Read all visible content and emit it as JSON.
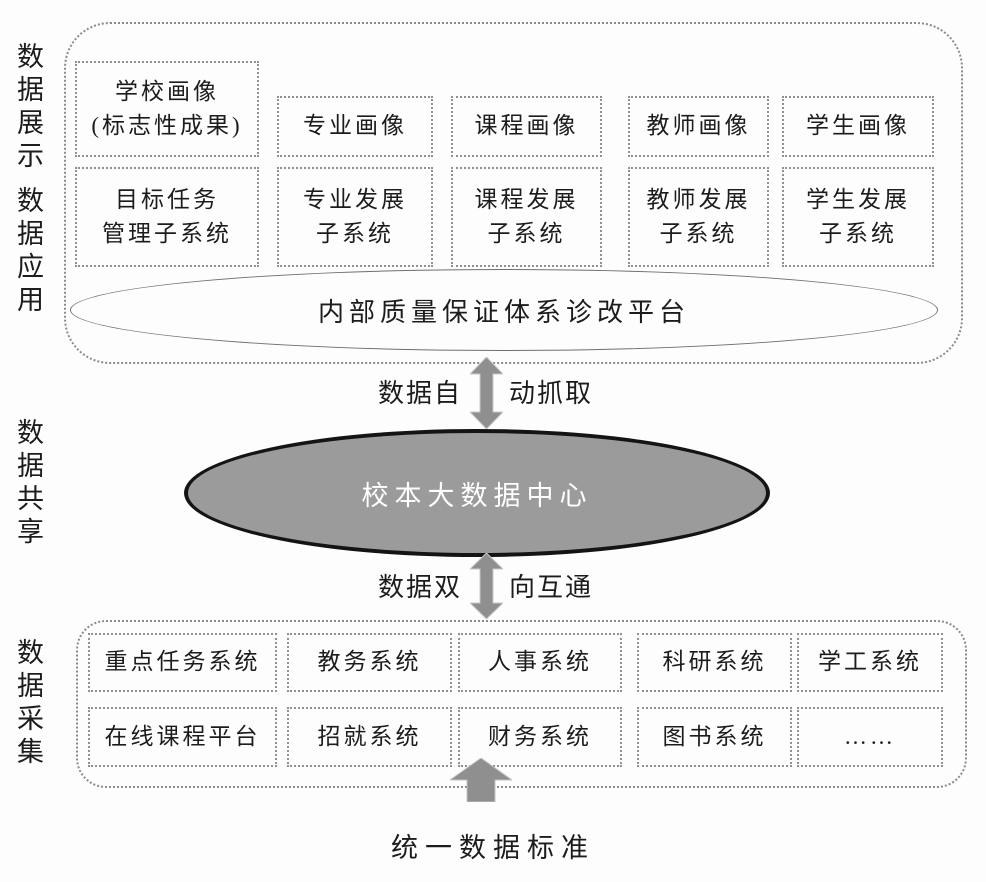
{
  "colors": {
    "center_ellipse_fill": "#9b9b9b",
    "center_ellipse_border": "#141414",
    "arrow_fill": "#8f8f8f",
    "dotted_border": "#8b8b8b",
    "text": "#1c1c1c",
    "center_text": "#ffffff"
  },
  "side_labels": [
    {
      "id": "data-display",
      "text": "数据展示"
    },
    {
      "id": "data-application",
      "text": "数据应用"
    },
    {
      "id": "data-sharing",
      "text": "数据共享"
    },
    {
      "id": "data-collection",
      "text": "数据采集"
    }
  ],
  "application_layer": {
    "portrait_boxes": [
      "学校画像\n(标志性成果)",
      "专业画像",
      "课程画像",
      "教师画像",
      "学生画像"
    ],
    "subsystem_boxes": [
      "目标任务\n管理子系统",
      "专业发展\n子系统",
      "课程发展\n子系统",
      "教师发展\n子系统",
      "学生发展\n子系统"
    ],
    "platform_ellipse": "内部质量保证体系诊改平台"
  },
  "center": {
    "label": "校本大数据中心"
  },
  "arrows": {
    "auto_capture": {
      "left": "数据自",
      "right": "动抓取"
    },
    "bidirectional": {
      "left": "数据双",
      "right": "向互通"
    }
  },
  "collection_layer": {
    "row1": [
      "重点任务系统",
      "教务系统",
      "人事系统",
      "科研系统",
      "学工系统"
    ],
    "row2": [
      "在线课程平台",
      "招就系统",
      "财务系统",
      "图书系统",
      "……"
    ]
  },
  "footer": {
    "label": "统一数据标准"
  }
}
